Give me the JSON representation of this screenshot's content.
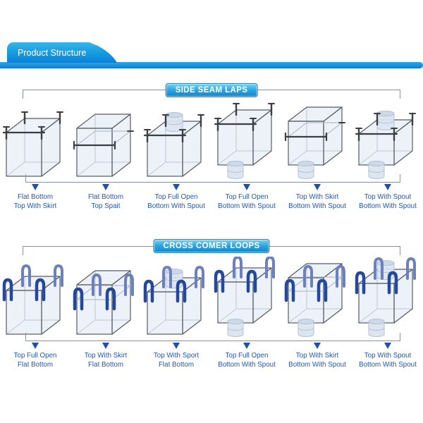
{
  "header": {
    "tab_label": "Product Structure"
  },
  "colors": {
    "header_blue_top": "#3ab3ea",
    "header_blue_bottom": "#0c81d7",
    "banner_fill_top": "#74d4f5",
    "banner_fill_bottom": "#0e86cf",
    "banner_border": "#2f7ab8",
    "bracket_line": "#7d91a8",
    "arrow": "#2050a8",
    "label_text": "#2257ab",
    "bag_wire": "#565c64",
    "bag_wire_light": "#a9b3be",
    "bag_face_fill": "rgba(213,226,240,0.45)",
    "post": "#3a3f45",
    "loop_front": "#24489c",
    "loop_back": "#6c80bd",
    "spout_fill": "#dae4ef",
    "spout_top_fill": "#cdd9e8",
    "spout_stroke": "#b3c2d4"
  },
  "sections": [
    {
      "banner": "SIDE SEAM LAPS",
      "items": [
        {
          "label_line1": "Flat Bottom",
          "label_line2": "Top With Skirt",
          "bag": {
            "corners": "posts",
            "skirt": false,
            "top_spout": false,
            "bottom_spout": false,
            "front_height": 62
          }
        },
        {
          "label_line1": "Flat Bottom",
          "label_line2": "Top Spait",
          "bag": {
            "corners": "posts",
            "skirt": true,
            "top_spout": false,
            "bottom_spout": false,
            "front_height": 68
          }
        },
        {
          "label_line1": "Top Full Open",
          "label_line2": "Bottom With Spout",
          "bag": {
            "corners": "posts",
            "skirt": false,
            "top_spout": true,
            "bottom_spout": false,
            "front_height": 58
          }
        },
        {
          "label_line1": "Top Full Open",
          "label_line2": "Bottom With Spout",
          "bag": {
            "corners": "posts",
            "skirt": false,
            "top_spout": false,
            "bottom_spout": true,
            "front_height": 58
          }
        },
        {
          "label_line1": "Top With Skirt",
          "label_line2": "Bottom With Spout",
          "bag": {
            "corners": "posts",
            "skirt": true,
            "top_spout": false,
            "bottom_spout": true,
            "front_height": 62
          }
        },
        {
          "label_line1": "Top With Spout",
          "label_line2": "Bottom With Spout",
          "bag": {
            "corners": "posts",
            "skirt": false,
            "top_spout": true,
            "bottom_spout": true,
            "front_height": 44
          }
        }
      ]
    },
    {
      "banner": "CROSS COMER LOOPS",
      "items": [
        {
          "label_line1": "Top Full Open",
          "label_line2": "Flat Bottom",
          "bag": {
            "corners": "loops",
            "skirt": false,
            "top_spout": false,
            "bottom_spout": false,
            "front_height": 62
          }
        },
        {
          "label_line1": "Top With Skirt",
          "label_line2": "Flat Bottom",
          "bag": {
            "corners": "loops",
            "skirt": true,
            "top_spout": false,
            "bottom_spout": false,
            "front_height": 70
          }
        },
        {
          "label_line1": "Top With Sport",
          "label_line2": "Flat Bottom",
          "bag": {
            "corners": "loops",
            "skirt": false,
            "top_spout": true,
            "bottom_spout": false,
            "front_height": 60
          }
        },
        {
          "label_line1": "Top Full Open",
          "label_line2": "Bottom With Spout",
          "bag": {
            "corners": "loops",
            "skirt": false,
            "top_spout": false,
            "bottom_spout": true,
            "front_height": 58
          }
        },
        {
          "label_line1": "Top With Skirt",
          "label_line2": "Bottom With Spout",
          "bag": {
            "corners": "loops",
            "skirt": true,
            "top_spout": false,
            "bottom_spout": true,
            "front_height": 64
          }
        },
        {
          "label_line1": "Top With Spout",
          "label_line2": "Bottom With Spout",
          "bag": {
            "corners": "loops",
            "skirt": false,
            "top_spout": true,
            "bottom_spout": true,
            "front_height": 56
          }
        }
      ]
    }
  ]
}
